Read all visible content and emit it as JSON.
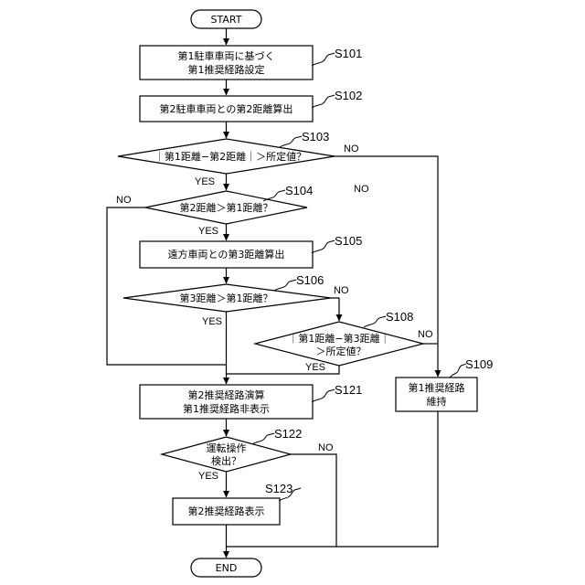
{
  "terminals": {
    "start": "START",
    "end": "END"
  },
  "s101": {
    "id": "S101",
    "line1": "第1駐車車両に基づく",
    "line2": "第1推奨経路設定"
  },
  "s102": {
    "id": "S102",
    "text": "第2駐車車両との第2距離算出"
  },
  "s103": {
    "id": "S103",
    "text": "｜第1距離−第2距離｜＞所定値？"
  },
  "s104": {
    "id": "S104",
    "text": "第2距離＞第1距離？"
  },
  "s105": {
    "id": "S105",
    "text": "遠方車両との第3距離算出"
  },
  "s106": {
    "id": "S106",
    "text": "第3距離＞第1距離？"
  },
  "s108": {
    "id": "S108",
    "line1": "｜第1距離−第3距離｜",
    "line2": "＞所定値？"
  },
  "s109": {
    "id": "S109",
    "line1": "第1推奨経路",
    "line2": "維持"
  },
  "s121": {
    "id": "S121",
    "line1": "第2推奨経路演算",
    "line2": "第1推奨経路非表示"
  },
  "s122": {
    "id": "S122",
    "line1": "運転操作",
    "line2": "検出？"
  },
  "s123": {
    "id": "S123",
    "text": "第2推奨経路表示"
  },
  "branches": {
    "yes": "YES",
    "no": "NO"
  }
}
